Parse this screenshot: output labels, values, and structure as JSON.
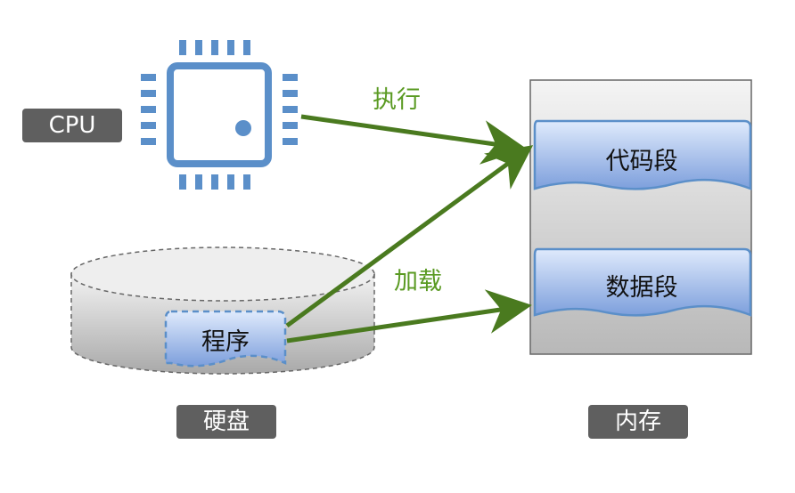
{
  "labels": {
    "cpu": "CPU",
    "disk": "硬盘",
    "memory": "内存",
    "program": "程序",
    "code_segment": "代码段",
    "data_segment": "数据段",
    "execute": "执行",
    "load": "加载"
  },
  "colors": {
    "arrow": "#4a7a1f",
    "arrow_label": "#5a9a22",
    "chip": "#5b8fc9",
    "tag_bg": "#5f5f5f",
    "segment_fill_top": "#d6e4fb",
    "segment_fill_bottom": "#7fa3e0",
    "segment_stroke": "#5b8fc9"
  },
  "icons": [
    "cpu-chip-icon",
    "hard-disk-icon"
  ]
}
